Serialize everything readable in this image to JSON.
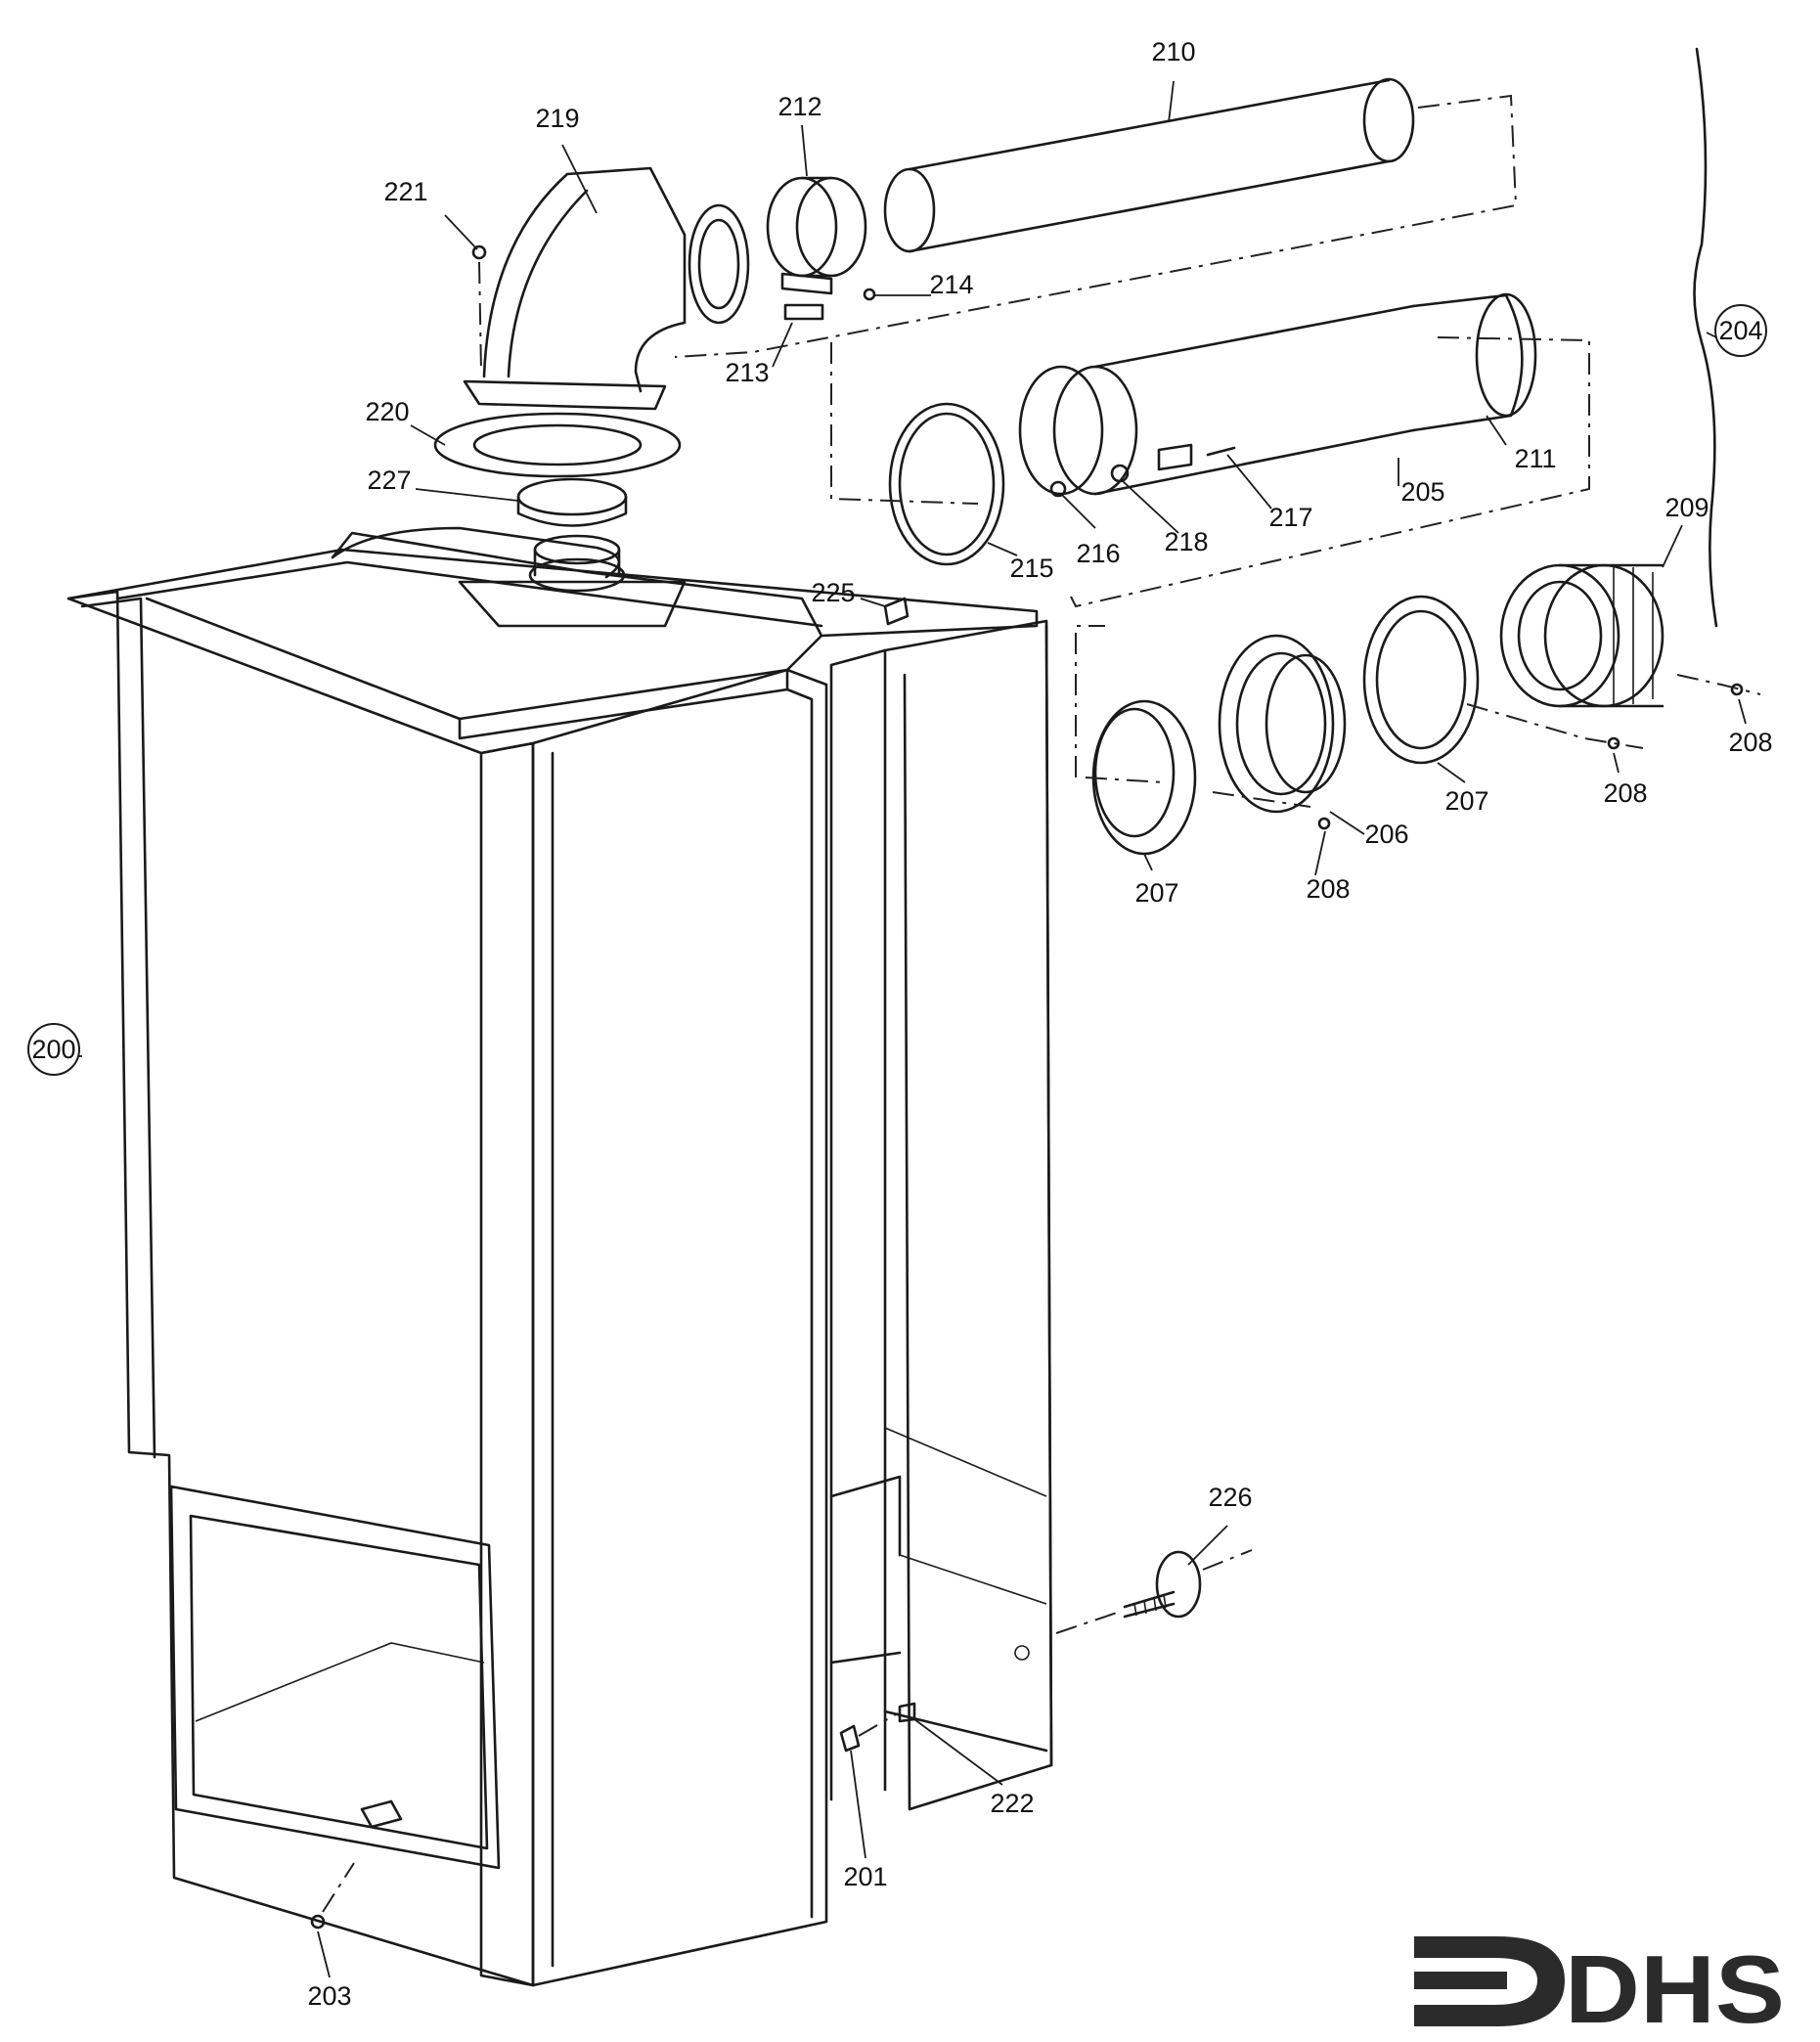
{
  "parts": [
    {
      "id": "p200",
      "number": "200",
      "circled": true
    },
    {
      "id": "p201",
      "number": "201"
    },
    {
      "id": "p203",
      "number": "203"
    },
    {
      "id": "p204",
      "number": "204",
      "circled": true
    },
    {
      "id": "p205",
      "number": "205"
    },
    {
      "id": "p206",
      "number": "206"
    },
    {
      "id": "p207a",
      "number": "207"
    },
    {
      "id": "p207b",
      "number": "207"
    },
    {
      "id": "p208a",
      "number": "208"
    },
    {
      "id": "p208b",
      "number": "208"
    },
    {
      "id": "p208c",
      "number": "208"
    },
    {
      "id": "p209",
      "number": "209"
    },
    {
      "id": "p210",
      "number": "210"
    },
    {
      "id": "p211",
      "number": "211"
    },
    {
      "id": "p212",
      "number": "212"
    },
    {
      "id": "p213",
      "number": "213"
    },
    {
      "id": "p214",
      "number": "214"
    },
    {
      "id": "p215",
      "number": "215"
    },
    {
      "id": "p216",
      "number": "216"
    },
    {
      "id": "p217",
      "number": "217"
    },
    {
      "id": "p218",
      "number": "218"
    },
    {
      "id": "p219",
      "number": "219"
    },
    {
      "id": "p220",
      "number": "220"
    },
    {
      "id": "p221",
      "number": "221"
    },
    {
      "id": "p222",
      "number": "222"
    },
    {
      "id": "p225",
      "number": "225"
    },
    {
      "id": "p226",
      "number": "226"
    },
    {
      "id": "p227",
      "number": "227"
    }
  ],
  "logo": {
    "text": "DHS",
    "color": "#2b2b2b"
  }
}
